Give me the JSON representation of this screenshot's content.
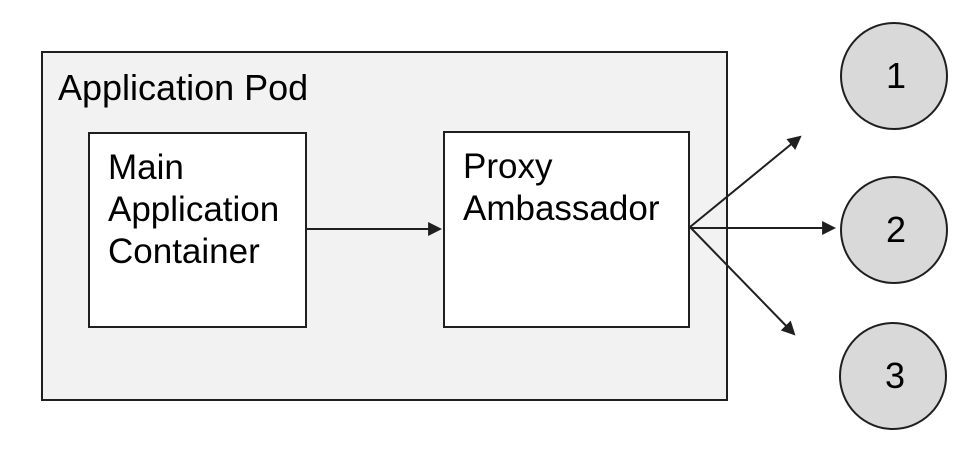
{
  "diagram": {
    "pod_label": "Application Pod",
    "boxes": {
      "main": {
        "label": "Main\nApplication\nContainer"
      },
      "proxy": {
        "label": "Proxy\nAmbassador"
      }
    },
    "connectors": {
      "main_to_proxy": "arrow",
      "proxy_fanout_count": 3
    },
    "endpoints": [
      {
        "label": "1"
      },
      {
        "label": "2"
      },
      {
        "label": "3"
      }
    ],
    "colors": {
      "canvas_bg": "#ffffff",
      "pod_fill": "#f2f2f2",
      "node_fill": "#d9d9d9",
      "stroke": "#1f1f1f",
      "text": "#000000"
    }
  }
}
